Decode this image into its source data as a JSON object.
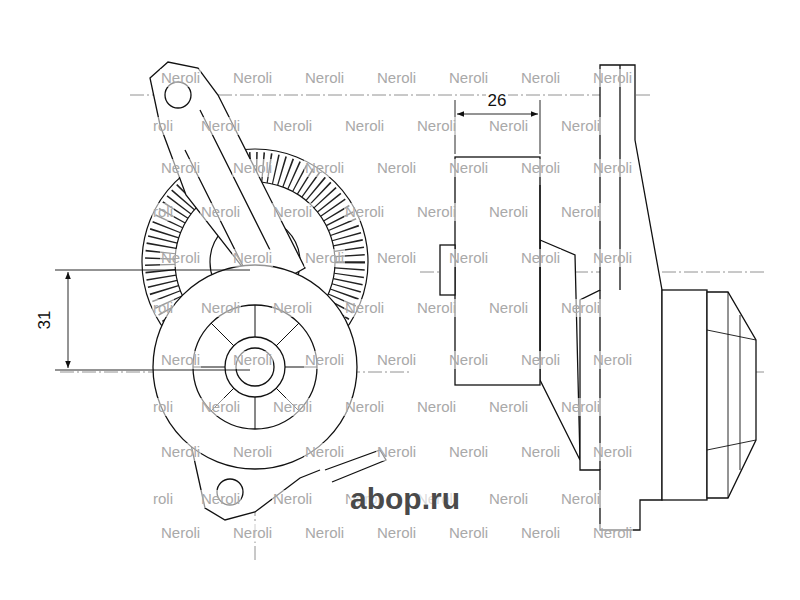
{
  "diagram": {
    "labels": [
      "26",
      "31",
      "Neroli",
      "Neroli",
      "Neroli",
      "Neroli",
      "Neroli",
      "Neroli",
      "Neroli",
      "roli",
      "Neroli",
      "Neroli",
      "Neroli",
      "Neroli",
      "Neroli",
      "Neroli",
      "Neroli",
      "Neroli",
      "Neroli",
      "Neroli",
      "Neroli",
      "Neroli",
      "Neroli",
      "roli",
      "Neroli",
      "Neroli",
      "Neroli",
      "Neroli",
      "Neroli",
      "Neroli",
      "Neroli",
      "Neroli",
      "Neroli",
      "Neroli",
      "Neroli",
      "Neroli",
      "Neroli",
      "roli",
      "Neroli",
      "Neroli",
      "Neroli",
      "Neroli",
      "Neroli",
      "Neroli",
      "Neroli",
      "Neroli",
      "Neroli",
      "Neroli",
      "Neroli",
      "Neroli",
      "Neroli",
      "roli",
      "Neroli",
      "Neroli",
      "Neroli",
      "Neroli",
      "Neroli",
      "Neroli",
      "Neroli",
      "Neroli",
      "Neroli",
      "Neroli",
      "Neroli",
      "Neroli",
      "Neroli",
      "roli",
      "Neroli",
      "Neroli",
      "Neroli",
      "Neroli",
      "Neroli",
      "Neroli",
      "Neroli",
      "Neroli",
      "Neroli",
      "Neroli",
      "Neroli",
      "Neroli",
      "Neroli",
      "abop.ru"
    ]
  }
}
